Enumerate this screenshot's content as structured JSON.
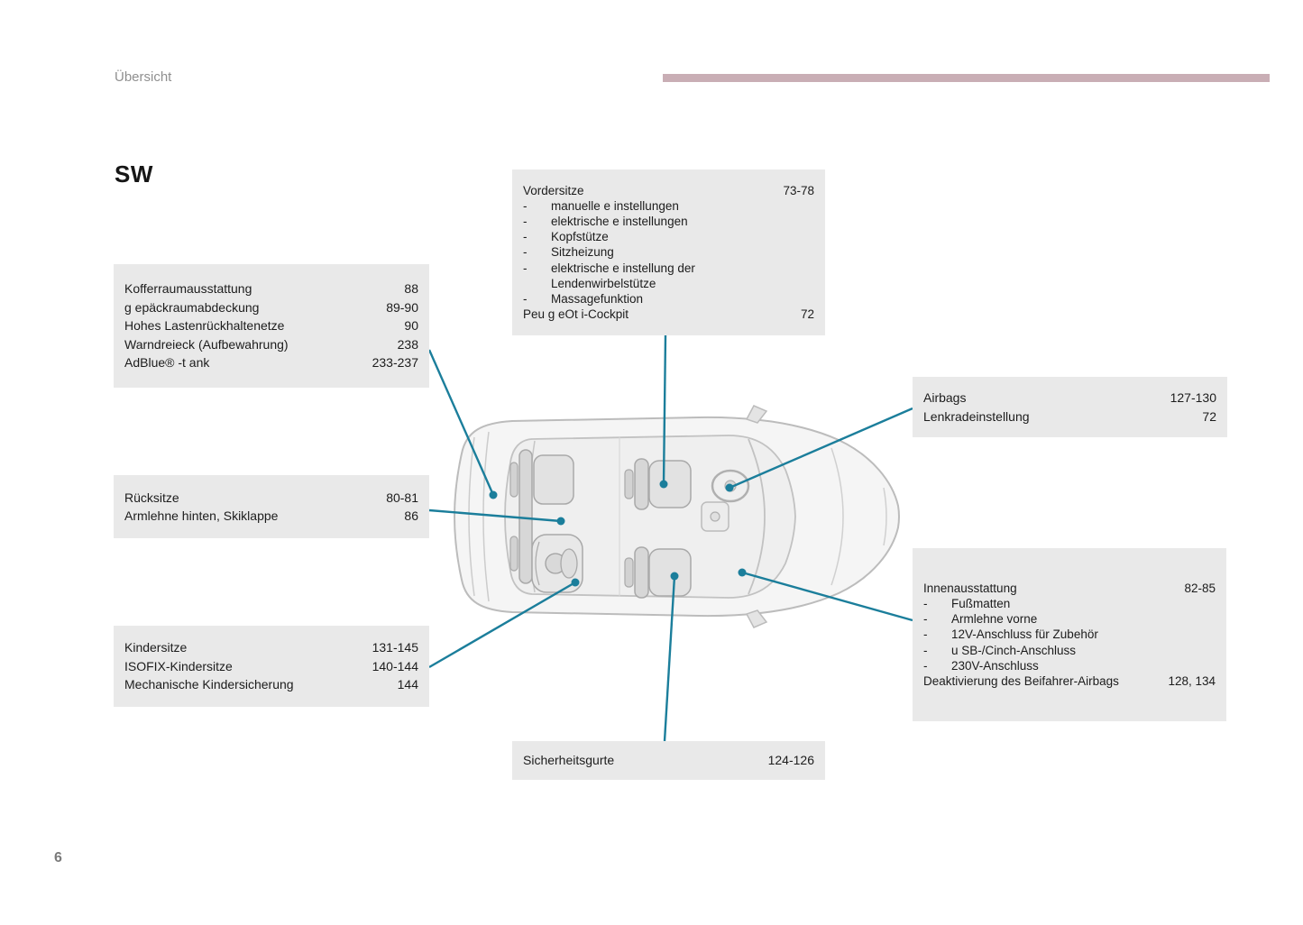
{
  "page": {
    "header": "Übersicht",
    "title": "SW",
    "number": "6"
  },
  "colors": {
    "accent_line": "#1b7e9b",
    "box_bg": "#e9e9e9",
    "top_bar": "#c9aeb5"
  },
  "bullet": "-",
  "boxes": {
    "kofferraum": {
      "items": [
        {
          "label": "Kofferraumausstattung",
          "pages": "88"
        },
        {
          "label": "g epäckraumabdeckung",
          "pages": "89-90"
        },
        {
          "label": "Hohes Lastenrückhaltenetze",
          "pages": "90"
        },
        {
          "label": "Warndreieck (Aufbewahrung)",
          "pages": "238"
        },
        {
          "label": "AdBlue® -t ank",
          "pages": "233-237"
        }
      ]
    },
    "vordersitze": {
      "title": {
        "label": "Vordersitze",
        "pages": "73-78"
      },
      "subs": [
        "manuelle e instellungen",
        "elektrische e instellungen",
        "Kopfstütze",
        "Sitzheizung",
        "elektrische e instellung der\nLendenwirbelstütze",
        "Massagefunktion"
      ],
      "footer": {
        "label": "Peu g eOt i-Cockpit",
        "pages": "72"
      }
    },
    "airbags": {
      "items": [
        {
          "label": "Airbags",
          "pages": "127-130"
        },
        {
          "label": "Lenkradeinstellung",
          "pages": "72"
        }
      ]
    },
    "ruecksitze": {
      "items": [
        {
          "label": "Rücksitze",
          "pages": "80-81"
        },
        {
          "label": "Armlehne hinten, Skiklappe",
          "pages": "86"
        }
      ]
    },
    "innenausstattung": {
      "title": {
        "label": "Innenausstattung",
        "pages": "82-85"
      },
      "subs": [
        "Fußmatten",
        "Armlehne vorne",
        "12V-Anschluss für Zubehör",
        "u SB-/Cinch-Anschluss",
        "230V-Anschluss"
      ],
      "footer": {
        "label": "Deaktivierung des Beifahrer-Airbags",
        "pages": "128, 134"
      }
    },
    "kindersitze": {
      "items": [
        {
          "label": "Kindersitze",
          "pages": "131-145"
        },
        {
          "label": "ISOFIX-Kindersitze",
          "pages": "140-144"
        },
        {
          "label": "Mechanische Kindersicherung",
          "pages": "144"
        }
      ]
    },
    "sicherheitsgurte": {
      "items": [
        {
          "label": "Sicherheitsgurte",
          "pages": "124-126"
        }
      ]
    }
  }
}
